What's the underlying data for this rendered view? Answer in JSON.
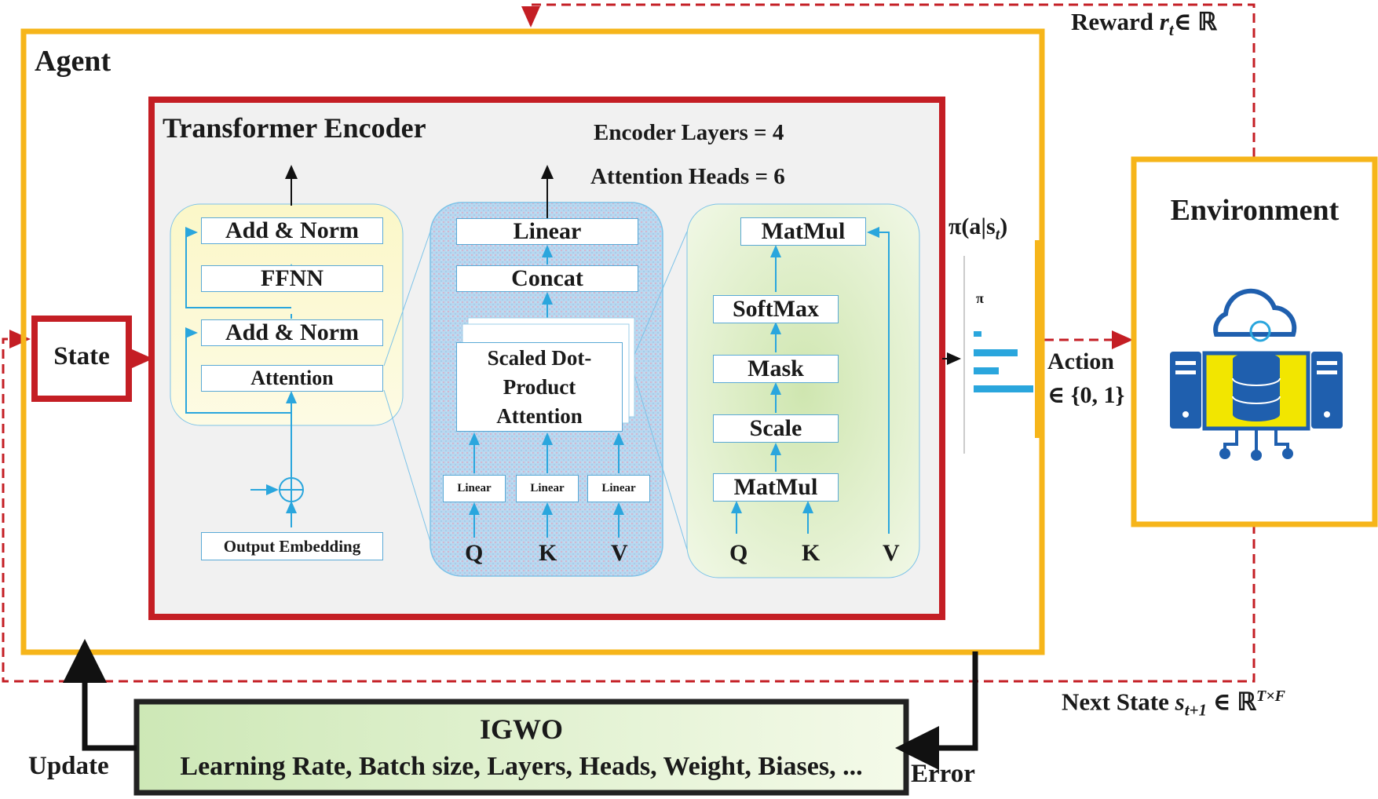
{
  "agent": {
    "title": "Agent"
  },
  "state": {
    "label": "State"
  },
  "encoder": {
    "title": "Transformer Encoder",
    "layers_text": "Encoder Layers = 4",
    "heads_text": "Attention Heads = 6"
  },
  "encoder_block": {
    "add_norm_top": "Add & Norm",
    "ffnn": "FFNN",
    "add_norm_bottom": "Add & Norm",
    "attention": "Attention",
    "output_embedding": "Output Embedding"
  },
  "multihead": {
    "linear_out": "Linear",
    "concat": "Concat",
    "scaled_dot": "Scaled Dot-Product Attention",
    "linear_q": "Linear",
    "linear_k": "Linear",
    "linear_v": "Linear",
    "q": "Q",
    "k": "K",
    "v": "V"
  },
  "sdpa": {
    "matmul_top": "MatMul",
    "softmax": "SoftMax",
    "mask": "Mask",
    "scale": "Scale",
    "matmul_bottom": "MatMul",
    "q": "Q",
    "k": "K",
    "v": "V"
  },
  "policy": {
    "label": "π(a|s",
    "label_sub": "t",
    "label_close": ")",
    "mini_label": "π"
  },
  "action": {
    "label": "Action",
    "set": "∈ {0, 1}"
  },
  "environment": {
    "title": "Environment"
  },
  "reward": {
    "label": "Reward ",
    "var": "r",
    "sub": "t",
    "tail": "∈ ℝ"
  },
  "next_state": {
    "label": "Next State ",
    "var": "s",
    "sub": "t+1",
    "tail": " ∈ ℝ",
    "sup": "T×F"
  },
  "igwo": {
    "title": "IGWO",
    "params": "Learning Rate, Batch size, Layers, Heads, Weight, Biases, ..."
  },
  "update": {
    "label": "Update"
  },
  "error": {
    "label": "Error"
  },
  "colors": {
    "agent_border": "#f6b51a",
    "encoder_border": "#c41e24",
    "dashed": "#c41e24",
    "accent_blue": "#2aa6dd",
    "env_blue": "#1f5fae",
    "env_yellow": "#f2e600"
  }
}
